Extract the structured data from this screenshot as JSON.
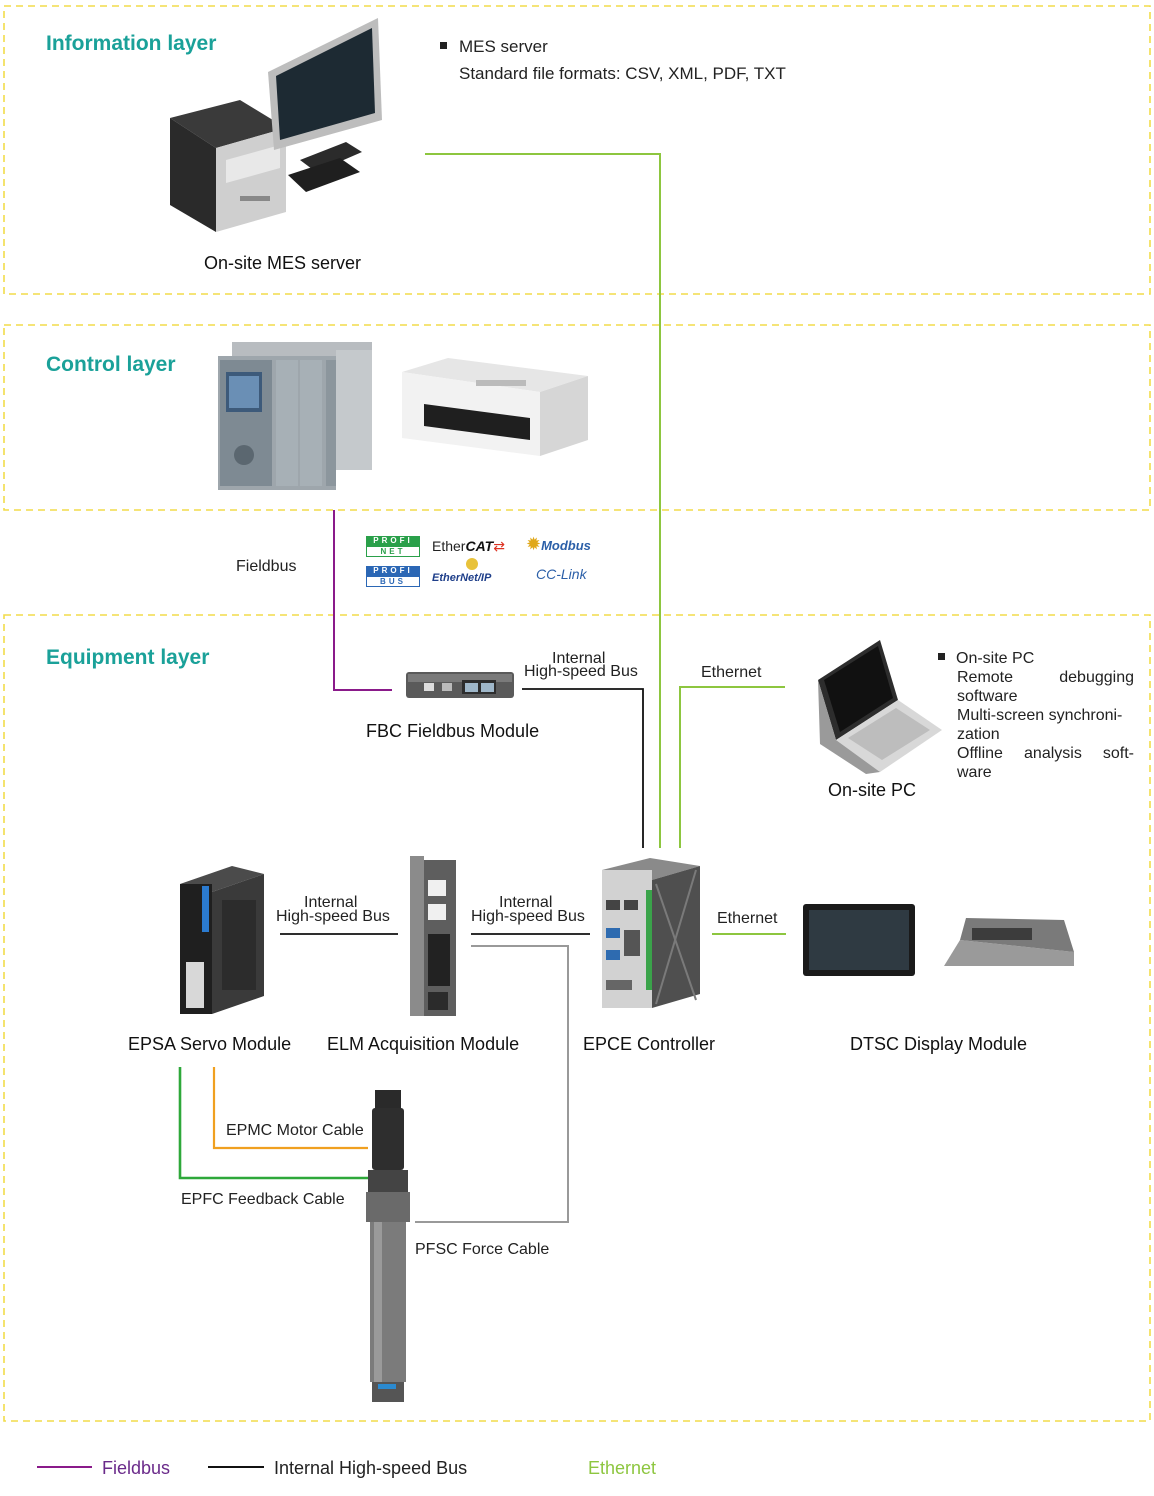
{
  "layers": {
    "information": "Information layer",
    "control": "Control layer",
    "equipment": "Equipment layer"
  },
  "mes_note": {
    "line1": "MES server",
    "line2": "Standard file formats: CSV, XML, PDF, TXT"
  },
  "devices": {
    "mes_server": "On-site MES server",
    "fbc": "FBC Fieldbus Module",
    "onsite_pc": "On-site PC",
    "epsa": "EPSA Servo Module",
    "elm": "ELM Acquisition Module",
    "epce": "EPCE Controller",
    "dtsc": "DTSC Display Module"
  },
  "pc_note": {
    "line1": "On-site PC",
    "line2": "Remote debugging",
    "line3": "software",
    "line4": "Multi-screen synchroni-",
    "line5": "zation",
    "line6": "Offline analysis soft-",
    "line7": "ware"
  },
  "connections": {
    "fieldbus": "Fieldbus",
    "internal_1": "Internal",
    "highspeed_1": "High-speed Bus",
    "ethernet_pc": "Ethernet",
    "internal_2": "Internal",
    "highspeed_2": "High-speed Bus",
    "internal_3": "Internal",
    "highspeed_3": "High-speed Bus",
    "ethernet_dtsc": "Ethernet",
    "epmc": "EPMC Motor Cable",
    "epfc": "EPFC Feedback Cable",
    "pfsc": "PFSC Force Cable"
  },
  "protocols": {
    "profinet_a": "PROFI",
    "profinet_b": "NET",
    "ethercat_a": "Ether",
    "ethercat_b": "CAT",
    "modbus": "Modbus",
    "profibus_a": "PROFI",
    "profibus_b": "BUS",
    "ethernetip": "EtherNet/IP",
    "cclink": "CC-Link"
  },
  "legend": {
    "fieldbus": "Fieldbus",
    "internal": "Internal High-speed Bus",
    "ethernet": "Ethernet"
  },
  "colors": {
    "accent_title": "#1aa199",
    "dashed_border": "#f2dc4a",
    "fieldbus": "#8a1a8a",
    "internal": "#111111",
    "ethernet": "#8dc63f",
    "motor_cable": "#f0a020",
    "feedback_cable": "#2ea83a",
    "force_cable": "#999999"
  }
}
